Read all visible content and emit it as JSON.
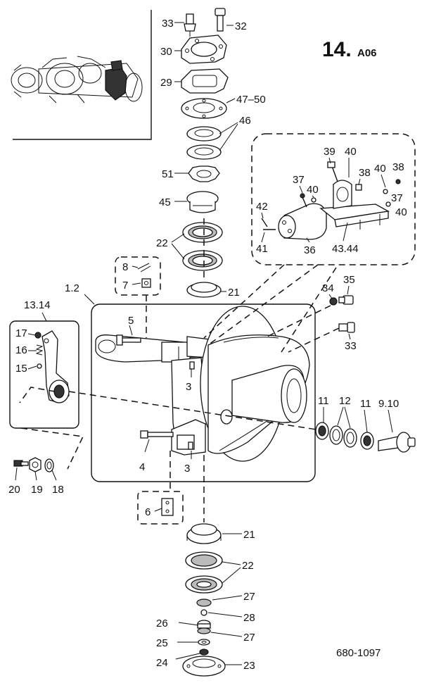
{
  "diagram": {
    "page_number": "14.",
    "section_code": "A06",
    "drawing_number": "680-1097",
    "labels": {
      "p33_top": "33",
      "p32": "32",
      "p30": "30",
      "p29": "29",
      "p47_50": "47–50",
      "p46": "46",
      "p51": "51",
      "p45": "45",
      "p22_top": "22",
      "p8": "8",
      "p7": "7",
      "p21_top": "21",
      "p1_2": "1.2",
      "p13_14": "13.14",
      "p5": "5",
      "p17": "17",
      "p16": "16",
      "p15": "15",
      "p3_upper": "3",
      "p39": "39",
      "p40_a": "40",
      "p38_a": "38",
      "p40_b": "40",
      "p38_b": "38",
      "p37_a": "37",
      "p40_c": "40",
      "p37_b": "37",
      "p42": "42",
      "p40_d": "40",
      "p41": "41",
      "p36": "36",
      "p43_44": "43.44",
      "p34": "34",
      "p35": "35",
      "p33_right": "33",
      "p11_a": "11",
      "p12": "12",
      "p11_b": "11",
      "p9_10": "9.10",
      "p4": "4",
      "p3_lower": "3",
      "p20": "20",
      "p19": "19",
      "p18": "18",
      "p6": "6",
      "p21_bottom": "21",
      "p22_bottom": "22",
      "p27_a": "27",
      "p28": "28",
      "p26": "26",
      "p27_b": "27",
      "p25": "25",
      "p24": "24",
      "p23": "23"
    }
  }
}
